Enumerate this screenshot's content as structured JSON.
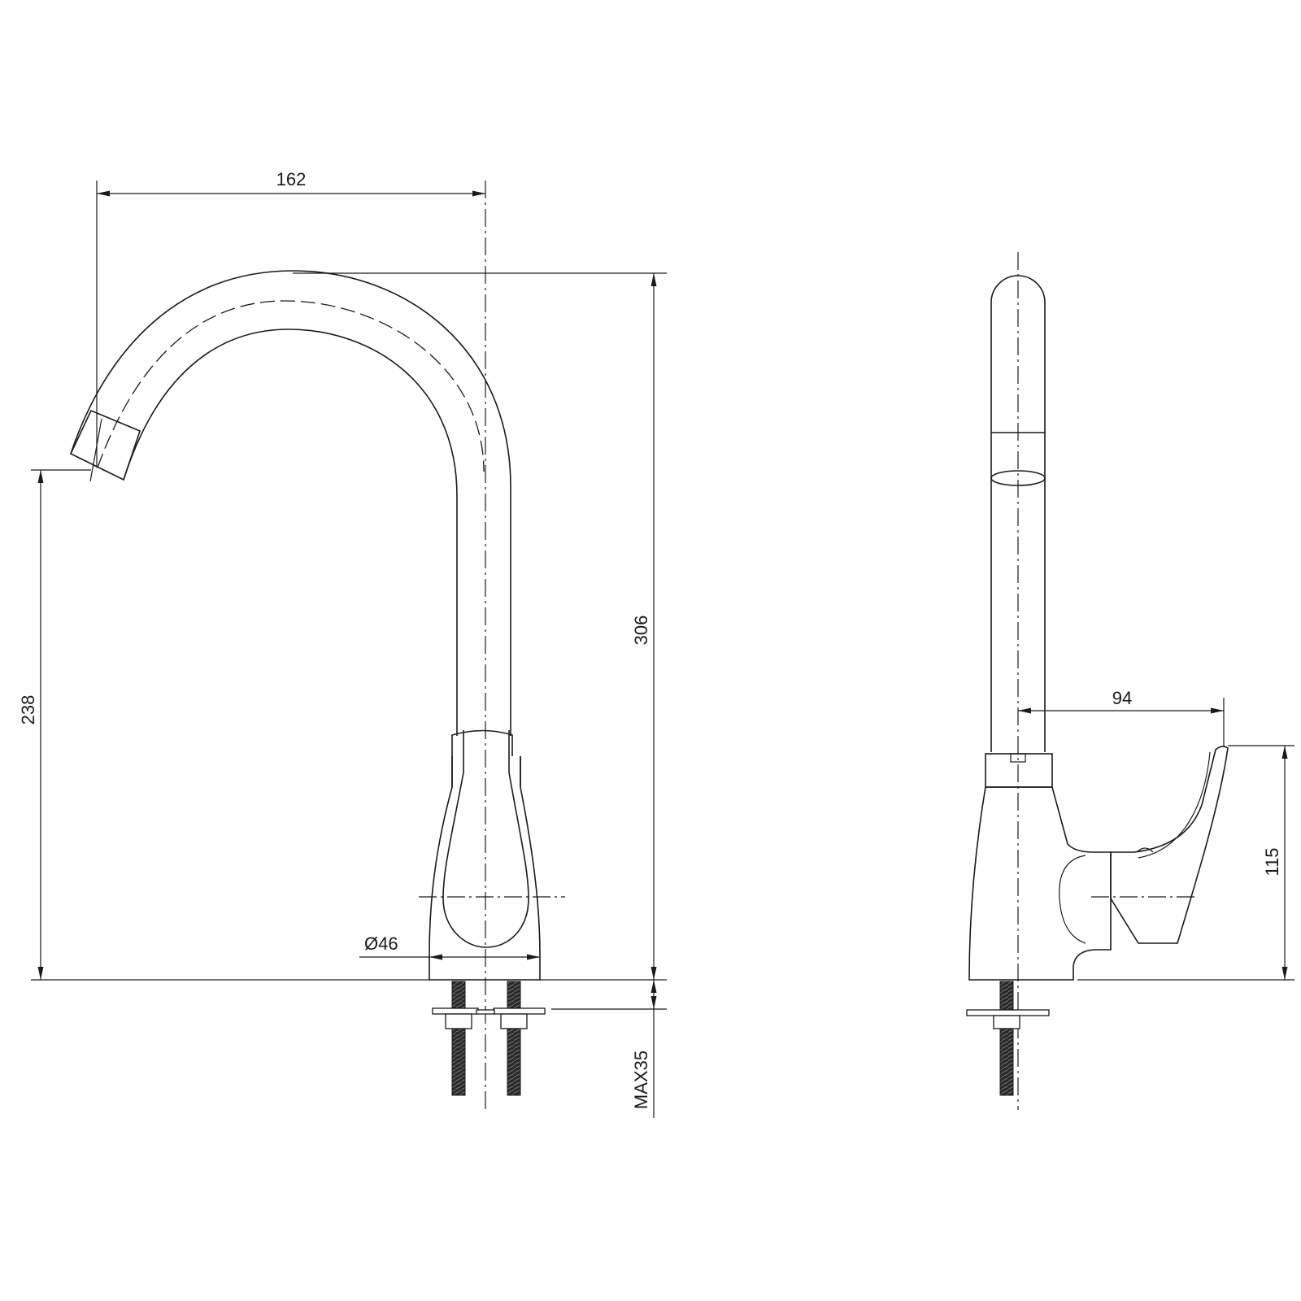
{
  "dimensions": {
    "spout_reach": "162",
    "total_height": "306",
    "spout_height": "238",
    "base_diameter": "Ø46",
    "max_thickness": "MAX35",
    "handle_reach": "94",
    "handle_height": "115"
  },
  "colors": {
    "line": "#1a1a1a",
    "background": "#ffffff"
  }
}
